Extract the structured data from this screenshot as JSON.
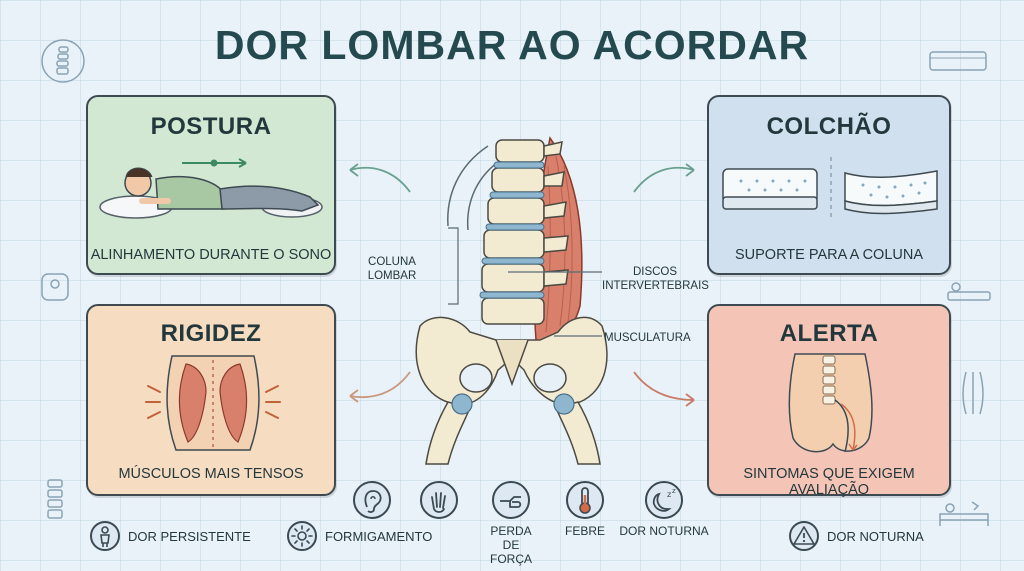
{
  "title": "DOR LOMBAR AO ACORDAR",
  "cards": {
    "postura": {
      "title": "POSTURA",
      "caption": "ALINHAMENTO DURANTE O SONO"
    },
    "colchao": {
      "title": "COLCHÃO",
      "caption": "SUPORTE PARA A COLUNA"
    },
    "rigidez": {
      "title": "RIGIDEZ",
      "caption": "MÚSCULOS MAIS TENSOS"
    },
    "alerta": {
      "title": "ALERTA",
      "caption": "SINTOMAS QUE EXIGEM AVALIAÇÃO"
    }
  },
  "anatomy_labels": {
    "coluna_line1": "COLUNA",
    "coluna_line2": "LOMBAR",
    "discos_line1": "DISCOS",
    "discos_line2": "INTERVERTEBRAIS",
    "musculatura": "MUSCULATURA"
  },
  "symptoms": [
    {
      "label_line1": "PERDA DE",
      "label_line2": "FORÇA",
      "icon": "hand-arm-icon"
    },
    {
      "label_line1": "FEBRE",
      "label_line2": "",
      "icon": "thermometer-icon"
    },
    {
      "label_line1": "DOR NOTURNA",
      "label_line2": "",
      "icon": "moon-icon"
    }
  ],
  "bottom_row": {
    "dor_persistente": "DOR PERSISTENTE",
    "formigamento": "FORMIGAMENTO",
    "dor_noturna": "DOR NOTURNA"
  },
  "colors": {
    "title": "#244a4f",
    "postura_bg": "#d3e8d2",
    "colchao_bg": "#d1e0ef",
    "rigidez_bg": "#f6dcc0",
    "alerta_bg": "#f4c5b6",
    "bone": "#f3ead2",
    "disc": "#8fb6cf",
    "muscle": "#d9806c"
  }
}
